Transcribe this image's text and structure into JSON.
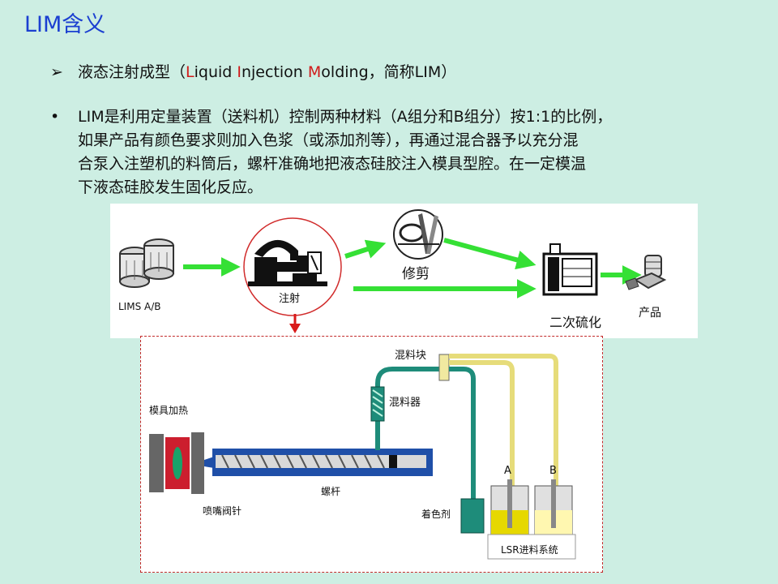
{
  "title": "LIM含义",
  "bullet1": {
    "marker": "➢",
    "prefix": "液态注射成型（",
    "L": "L",
    "iquid": "iquid ",
    "I": "I",
    "njection": "njection ",
    "M": "M",
    "olding": "olding",
    "suffix": "，简称LIM）"
  },
  "bullet2": {
    "marker": "•",
    "lines": [
      "LIM是利用定量装置（送料机）控制两种材料（A组分和B组分）按1:1的比例，",
      "如果产品有颜色要求则加入色浆（或添加剂等），再通过混合器予以充分混",
      "合泵入注塑机的料筒后，螺杆准确地把液态硅胶注入模具型腔。在一定模温",
      "下液态硅胶发生固化反应。"
    ]
  },
  "flow": {
    "lims_label": "LIMS A/B",
    "injection_label": "注射",
    "trim_label": "修剪",
    "post_cure_label": "二次硫化",
    "product_label": "产品"
  },
  "machine": {
    "mixing_block": "混料块",
    "mixer": "混料器",
    "mold_heating": "模具加热",
    "screw": "螺杆",
    "nozzle_valve": "喷嘴阀针",
    "colorant": "着色剂",
    "a_label": "A",
    "b_label": "B",
    "feed_system": "LSR进料系统"
  },
  "colors": {
    "title_blue": "#1b3fd1",
    "highlight_red": "#d11a1a",
    "background": "#cdeee3",
    "arrow_green": "#35e035",
    "teal_pipe": "#1e8c7a",
    "yellow_pipe": "#e6dc7a",
    "mold_red": "#cc1e2e",
    "barrel_blue": "#1f4fa8"
  }
}
